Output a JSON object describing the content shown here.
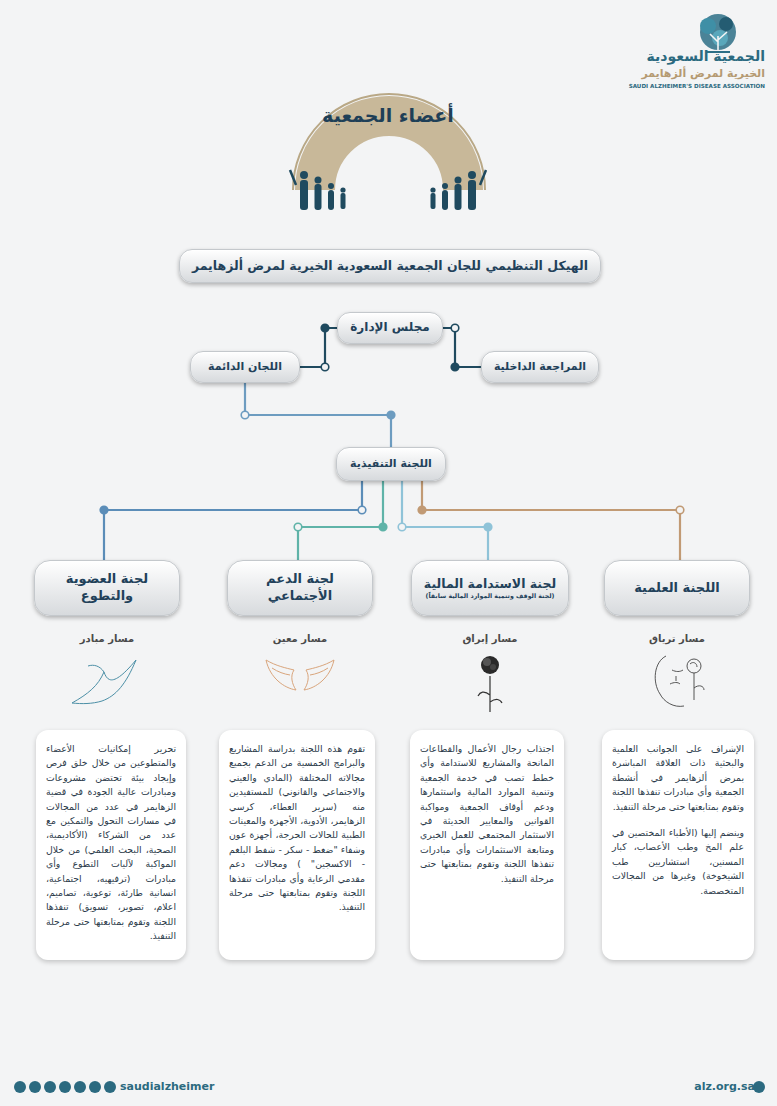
{
  "diagram": {
    "title": "أعضاء الجمعية",
    "nodes": [
      {
        "text": [
          "الهيكل التنظيمي للجان الجمعية السعودية الخيرية لمرض ألزهايمر"
        ]
      },
      {
        "text": [
          "مجلس الإدارة"
        ]
      },
      {
        "text": [
          "المراجعة الداخلية"
        ]
      },
      {
        "text": [
          "اللجان الدائمة"
        ]
      },
      {
        "text": [
          "اللجنة التنفيذية"
        ]
      },
      {
        "text": [
          "اللجنة العلمية"
        ]
      },
      {
        "text": [
          "لجنة الاستدامة المالية",
          "(لجنة الوقف وتنمية الموارد المالية سابقاً)"
        ]
      },
      {
        "text": [
          "لجنة الدعم الأجتماعي"
        ]
      },
      {
        "text": [
          "لجنة العضوية والتطوع"
        ]
      },
      {
        "text": [
          "الإشراف على الجوانب العلمية والبحثية ذات العلاقة المباشرة بمرض ألزهايمر في أنشطة الجمعية وأي مبادرات تنفذها اللجنة وتقوم بمتابعتها حتى مرحلة التنفيذ.",
          "وينضم إليها (الأطباء المختصين في علم المخ وطب الأعصاب، كبار المسنين، استشاريين طب الشيخوخة) وغيرها من المجالات المتخصصة."
        ]
      },
      {
        "text": [
          "اجتذاب رجال الأعمال والقطاعات المانحة والمشاريع للاستدامة وأي خطط تصب في خدمة الجمعية وتنمية الموارد المالية واستثمارها ودعم أوقاف الجمعية ومواكبة القوانين والمعايير الحديثة في الاستثمار المجتمعي للعمل الخيري ومتابعة الاستثمارات وأي مبادرات تنفذها اللجنة وتقوم بمتابعتها حتى مرحلة التنفيذ."
        ]
      },
      {
        "text": [
          "تقوم هذه اللجنة بدراسة المشاريع والبرامج الخمسية من الدعم بجميع مجالاته المختلفة (المادي والعيني والاجتماعي والقانوني) للمستفيدين منه (سرير العطاء، كرسي الزهايمر، الأدوية، الأجهزة والمعينات الطبية للحالات الحرجة، أجهزة عون وشفاء \"ضغط - سكر - شفط البلغم - الاكسجين\" ) ومجالات دعم مقدمي الرعاية وأي مبادرات تنفذها اللجنة وتقوم بمتابعتها حتى مرحلة التنفيذ."
        ]
      },
      {
        "text": [
          "تحرير إمكانيات الأعضاء والمتطوعين من خلال خلق فرص وإيجاد بيئة تحتضن مشروعات ومبادرات عالية الجودة في قضية الزهايمر في عدد من المجالات في مسارات التحول والتمكين مع عدد من الشركاء (الأكاديمية، الصحية، البحث العلمي) من خلال المواكبة لآليات التطوع وأي مبادرات (ترفيهيه، اجتماعية، انسانية طارئة، توعوية، تصاميم، اعلام، تصوير، تسويق) تنفذها اللجنة وتقوم بمتابعتها حتى مرحلة التنفيذ."
        ]
      }
    ],
    "edges": [
      {
        "from": 1,
        "to": 2,
        "arrow": "none"
      },
      {
        "from": 1,
        "to": 3,
        "arrow": "none"
      },
      {
        "from": 3,
        "to": 4,
        "arrow": "none"
      },
      {
        "from": 4,
        "to": 5,
        "arrow": "none"
      },
      {
        "from": 4,
        "to": 6,
        "arrow": "none"
      },
      {
        "from": 4,
        "to": 7,
        "arrow": "none"
      },
      {
        "from": 4,
        "to": 8,
        "arrow": "none"
      }
    ],
    "labels": [
      "الجمعية السعودية",
      "الخيرية لمرض ألزهايمر",
      "SAUDI ALZHEIMER'S DISEASE ASSOCIATION",
      "مسار ترياق",
      "مسار إبراق",
      "مسار معين",
      "مسار مبادر",
      "alz.org.sa",
      "saudialzheimer"
    ]
  }
}
